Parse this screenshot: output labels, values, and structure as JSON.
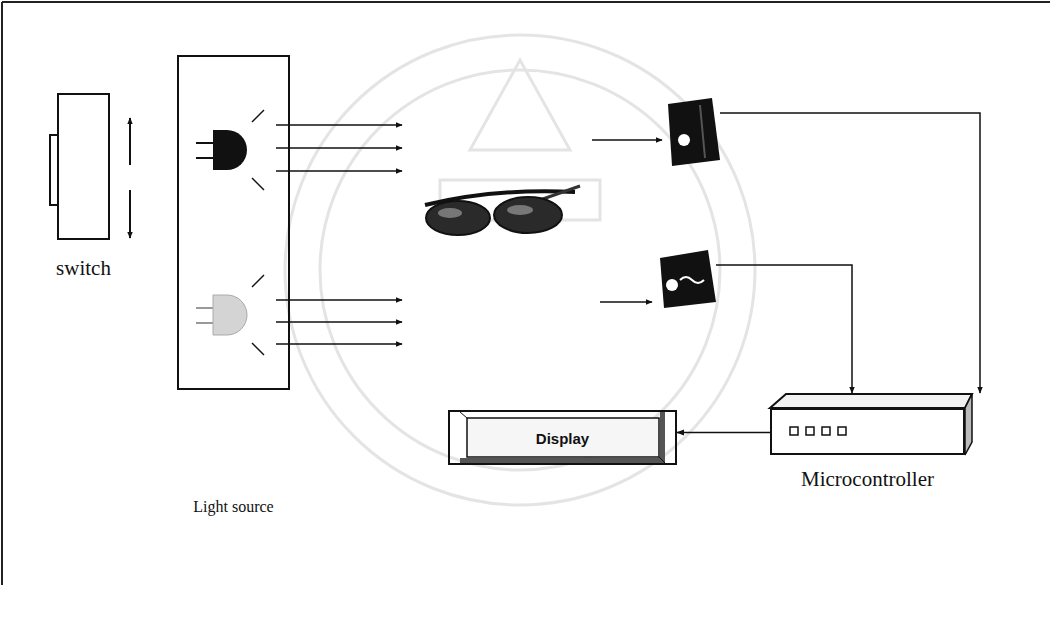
{
  "diagram": {
    "nodes": [
      {
        "text": [
          "switch"
        ]
      },
      {
        "text": [
          "Light source"
        ]
      },
      {
        "text": [
          "Display"
        ]
      },
      {
        "text": [
          "Microcontroller"
        ]
      }
    ],
    "edges": [
      {
        "from": 3,
        "to": 2,
        "arrow": "to"
      }
    ]
  }
}
